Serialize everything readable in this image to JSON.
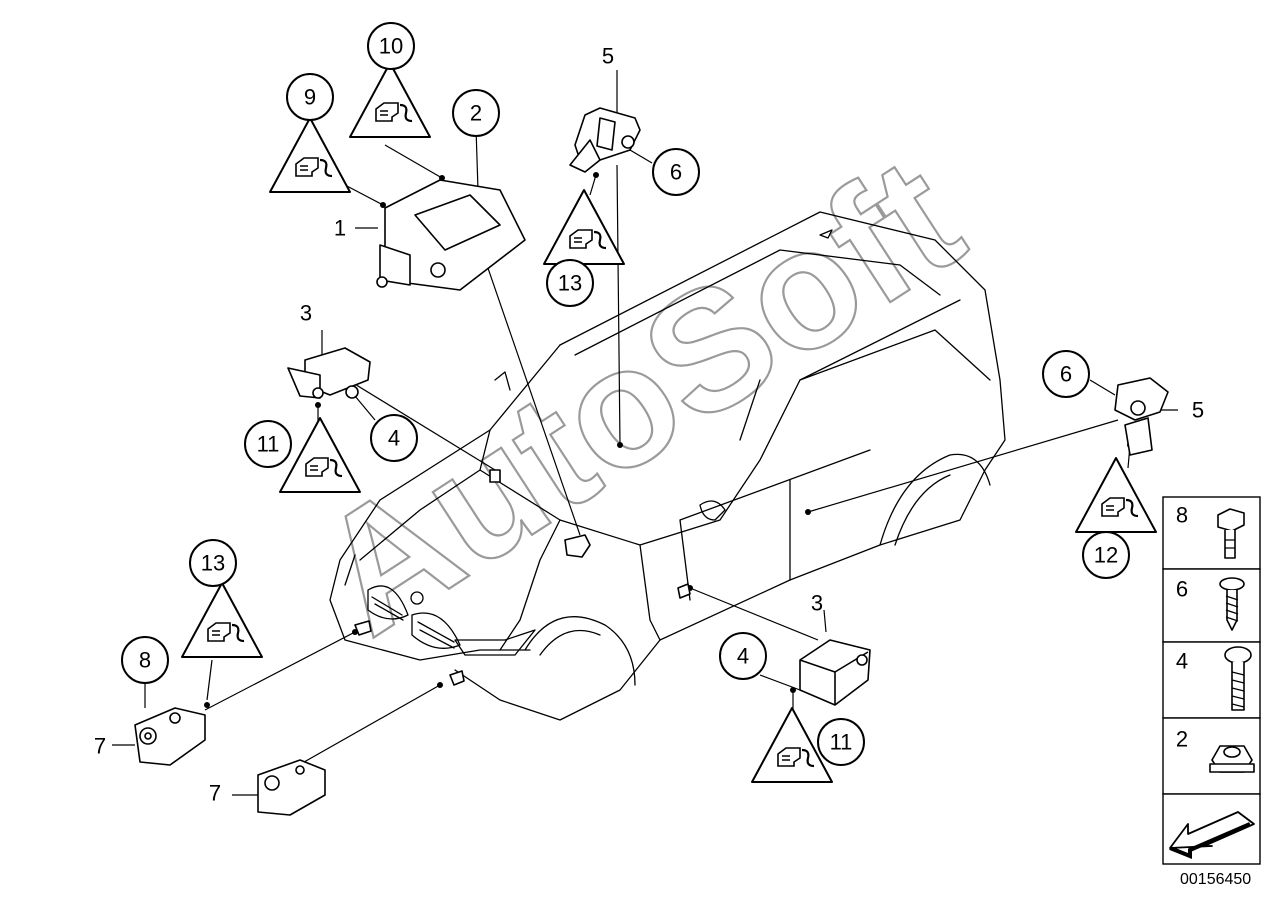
{
  "callouts": {
    "c1": "1",
    "c2": "2",
    "c3a": "3",
    "c3b": "3",
    "c4a": "4",
    "c4b": "4",
    "c5a": "5",
    "c5b": "5",
    "c6a": "6",
    "c6b": "6",
    "c7a": "7",
    "c7b": "7",
    "c8": "8",
    "c9": "9",
    "c10": "10",
    "c11a": "11",
    "c11b": "11",
    "c12": "12",
    "c13a": "13",
    "c13b": "13"
  },
  "watermark": "AutoSoft",
  "fastener_panel": {
    "items": [
      "8",
      "6",
      "4",
      "2"
    ]
  },
  "reference_number": "00156450",
  "icons": {
    "warning": "sensor-warning-triangle-icon",
    "nav": "arrow-navigation-icon"
  },
  "colors": {
    "line": "#000000",
    "watermark": "#9a9a9a",
    "background": "#ffffff"
  }
}
